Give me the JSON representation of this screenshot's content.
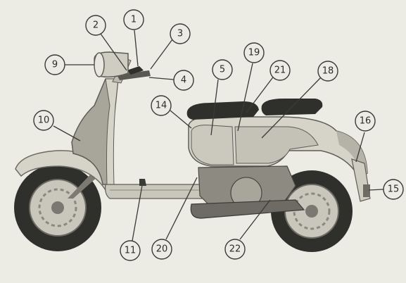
{
  "diagram": {
    "callouts": [
      {
        "label": "1",
        "part": "handlebar-lever"
      },
      {
        "label": "2",
        "part": "headset-control"
      },
      {
        "label": "3",
        "part": "right-grip"
      },
      {
        "label": "4",
        "part": "throttle-lever"
      },
      {
        "label": "5",
        "part": "left-side-cowl"
      },
      {
        "label": "9",
        "part": "headlamp"
      },
      {
        "label": "10",
        "part": "legshield"
      },
      {
        "label": "11",
        "part": "brake-pedal"
      },
      {
        "label": "14",
        "part": "frame-tunnel"
      },
      {
        "label": "15",
        "part": "rear-light"
      },
      {
        "label": "16",
        "part": "rear-mudguard"
      },
      {
        "label": "18",
        "part": "right-side-cowl"
      },
      {
        "label": "19",
        "part": "fuel-tank"
      },
      {
        "label": "20",
        "part": "kickstart"
      },
      {
        "label": "21",
        "part": "tank-cap"
      },
      {
        "label": "22",
        "part": "silencer"
      }
    ]
  },
  "colors": {
    "paper": "#ecebe4",
    "body": "#d6d3c9",
    "shadow": "#9a978e",
    "tyre": "#2f2f2c",
    "ink": "#3a3a36"
  }
}
